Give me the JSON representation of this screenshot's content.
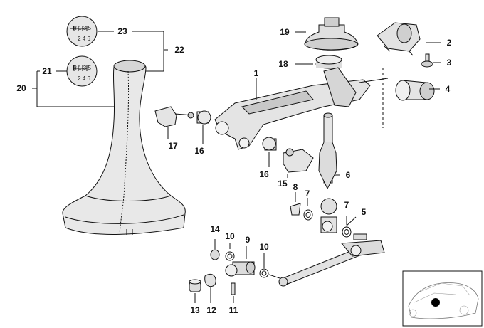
{
  "callouts": {
    "c1": "1",
    "c2": "2",
    "c3": "3",
    "c4": "4",
    "c5": "5",
    "c6": "6",
    "c7a": "7",
    "c7b": "7",
    "c8": "8",
    "c9": "9",
    "c10a": "10",
    "c10b": "10",
    "c11": "11",
    "c12": "12",
    "c13": "13",
    "c14": "14",
    "c15": "15",
    "c16a": "16",
    "c16b": "16",
    "c17": "17",
    "c18": "18",
    "c19": "19",
    "c20": "20",
    "c21": "21",
    "c22": "22",
    "c23": "23"
  },
  "knob_top": {
    "row1": "R 1 3 5",
    "row2": "2 4 6"
  },
  "knob_bottom": {
    "row1": "R 1 3 5",
    "row2": "2 4 6"
  },
  "colors": {
    "ink": "#111111",
    "part_fill": "#e6e6e6",
    "part_shade": "#bdbdbd",
    "background": "#ffffff"
  }
}
